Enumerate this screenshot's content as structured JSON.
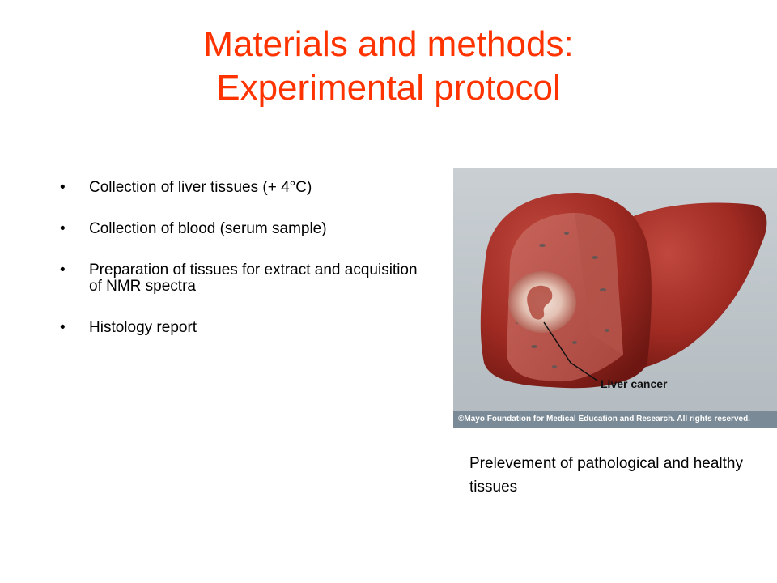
{
  "slide": {
    "title_line1": "Materials and methods:",
    "title_line2": "Experimental protocol",
    "bullets": [
      "Collection of liver tissues (+ 4°C)",
      "Collection of blood (serum sample)",
      "Preparation of tissues for extract and acquisition of NMR spectra",
      "Histology report"
    ]
  },
  "figure": {
    "label": "Liver cancer",
    "copyright": "©Mayo Foundation for Medical Education and Research.  All rights reserved.",
    "caption": "Prelevement of pathological and healthy tissues"
  }
}
